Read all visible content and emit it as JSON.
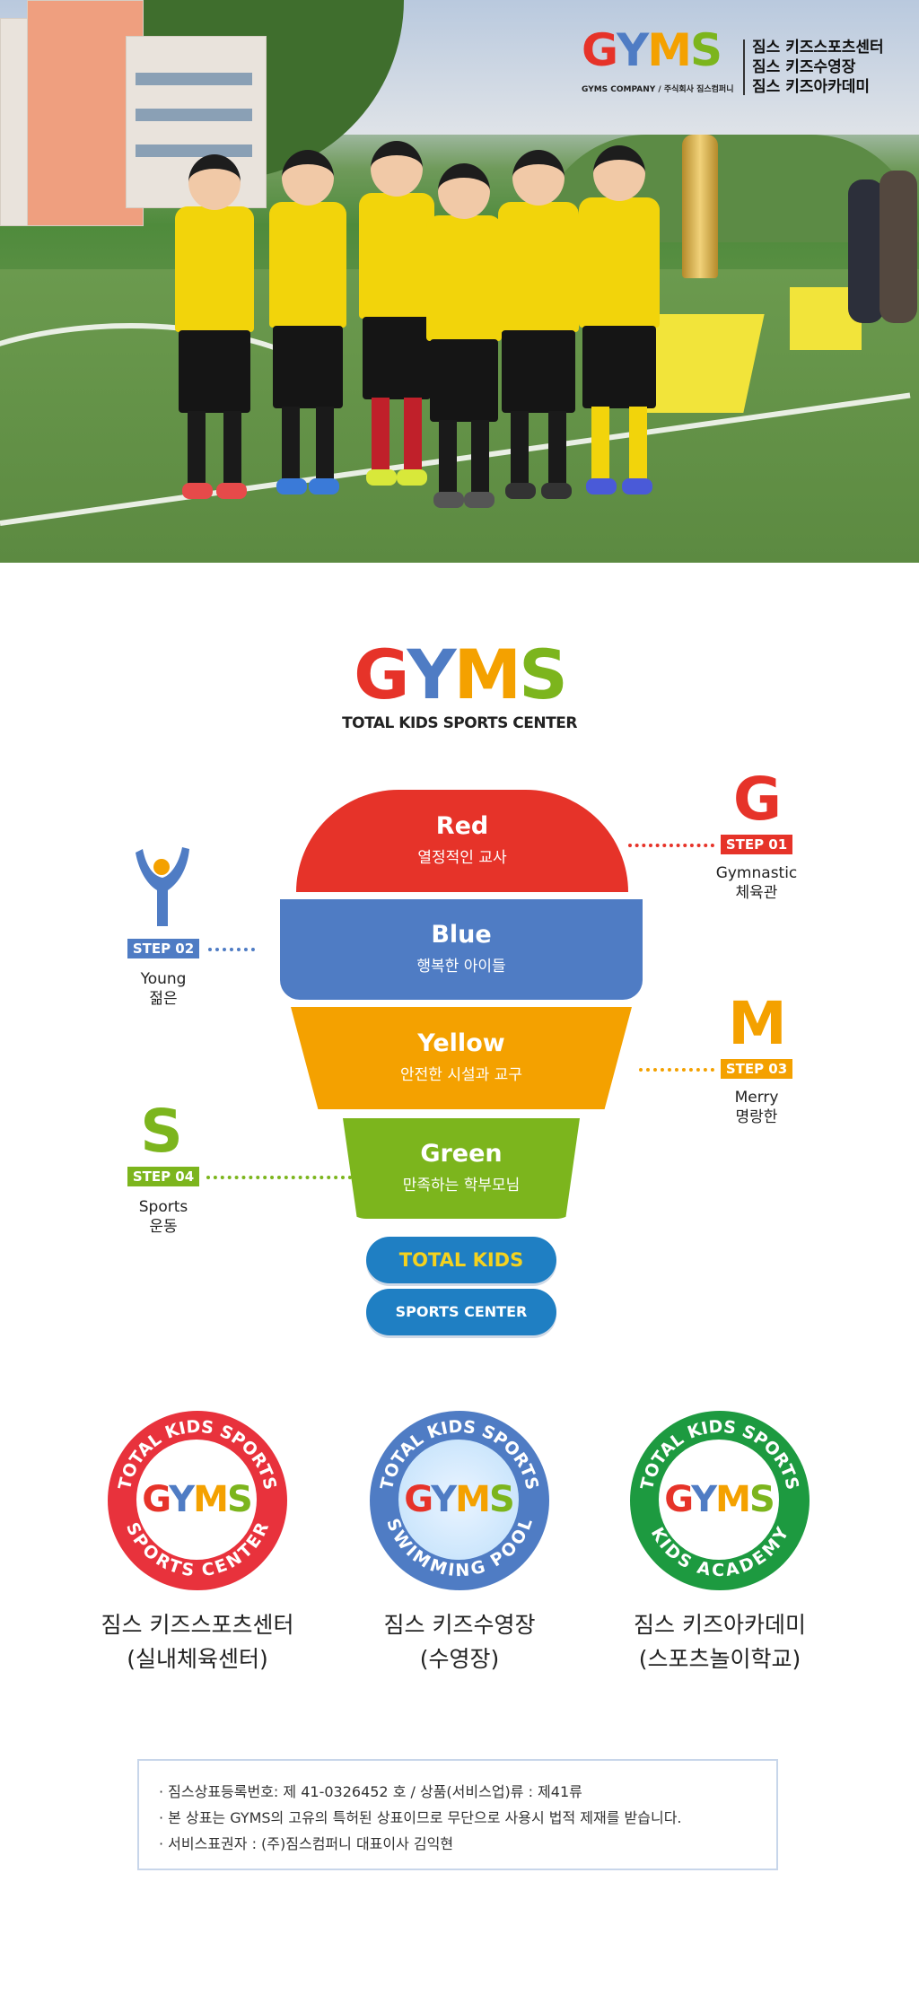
{
  "hero": {
    "brand_letters": [
      "G",
      "Y",
      "M",
      "S"
    ],
    "company_line": "GYMS COMPANY / 주식회사 짐스컴퍼니",
    "centers": [
      "짐스 키즈스포츠센터",
      "짐스 키즈수영장",
      "짐스 키즈아카데미"
    ]
  },
  "logo": {
    "letters": [
      "G",
      "Y",
      "M",
      "S"
    ],
    "tagline": "TOTAL KIDS SPORTS CENTER"
  },
  "bulb": {
    "bands": [
      {
        "title": "Red",
        "subtitle": "열정적인 교사",
        "color": "#e63329"
      },
      {
        "title": "Blue",
        "subtitle": "행복한 아이들",
        "color": "#4f7cc4"
      },
      {
        "title": "Yellow",
        "subtitle": "안전한 시설과 교구",
        "color": "#f4a100"
      },
      {
        "title": "Green",
        "subtitle": "만족하는 학부모님",
        "color": "#7cb51d"
      }
    ],
    "base": {
      "line1": "TOTAL KIDS",
      "line2": "SPORTS CENTER",
      "color": "#1f7fc3",
      "line1_color": "#f5d21e"
    }
  },
  "steps": [
    {
      "letter": "G",
      "badge": "STEP 01",
      "en": "Gymnastic",
      "ko": "체육관",
      "color": "#e63329"
    },
    {
      "letter": "Y",
      "badge": "STEP 02",
      "en": "Young",
      "ko": "젊은",
      "color": "#4f7cc4"
    },
    {
      "letter": "M",
      "badge": "STEP 03",
      "en": "Merry",
      "ko": "명랑한",
      "color": "#f4a100"
    },
    {
      "letter": "S",
      "badge": "STEP 04",
      "en": "Sports",
      "ko": "운동",
      "color": "#7cb51d"
    }
  ],
  "emblems": [
    {
      "ring_top": "TOTAL KIDS SPORTS",
      "ring_bottom": "SPORTS CENTER",
      "color": "#e8323c",
      "name": "짐스 키즈스포츠센터",
      "sub": "(실내체육센터)"
    },
    {
      "ring_top": "TOTAL KIDS SPORTS",
      "ring_bottom": "SWIMMING POOL",
      "color": "#4f7cc4",
      "name": "짐스 키즈수영장",
      "sub": "(수영장)"
    },
    {
      "ring_top": "TOTAL KIDS SPORTS",
      "ring_bottom": "KIDS ACADEMY",
      "color": "#1d9a40",
      "name": "짐스 키즈아카데미",
      "sub": "(스포츠놀이학교)"
    }
  ],
  "notice": [
    "· 짐스상표등록번호: 제 41-0326452 호 / 상품(서비스업)류 : 제41류",
    "· 본 상표는 GYMS의 고유의 특허된 상표이므로 무단으로 사용시 법적 제재를 받습니다.",
    "· 서비스표권자 : (주)짐스컴퍼니 대표이사 김익현"
  ],
  "brand_colors": {
    "G": "#e63329",
    "Y": "#4f7cc4",
    "M": "#f4a100",
    "S": "#7cb51d"
  }
}
